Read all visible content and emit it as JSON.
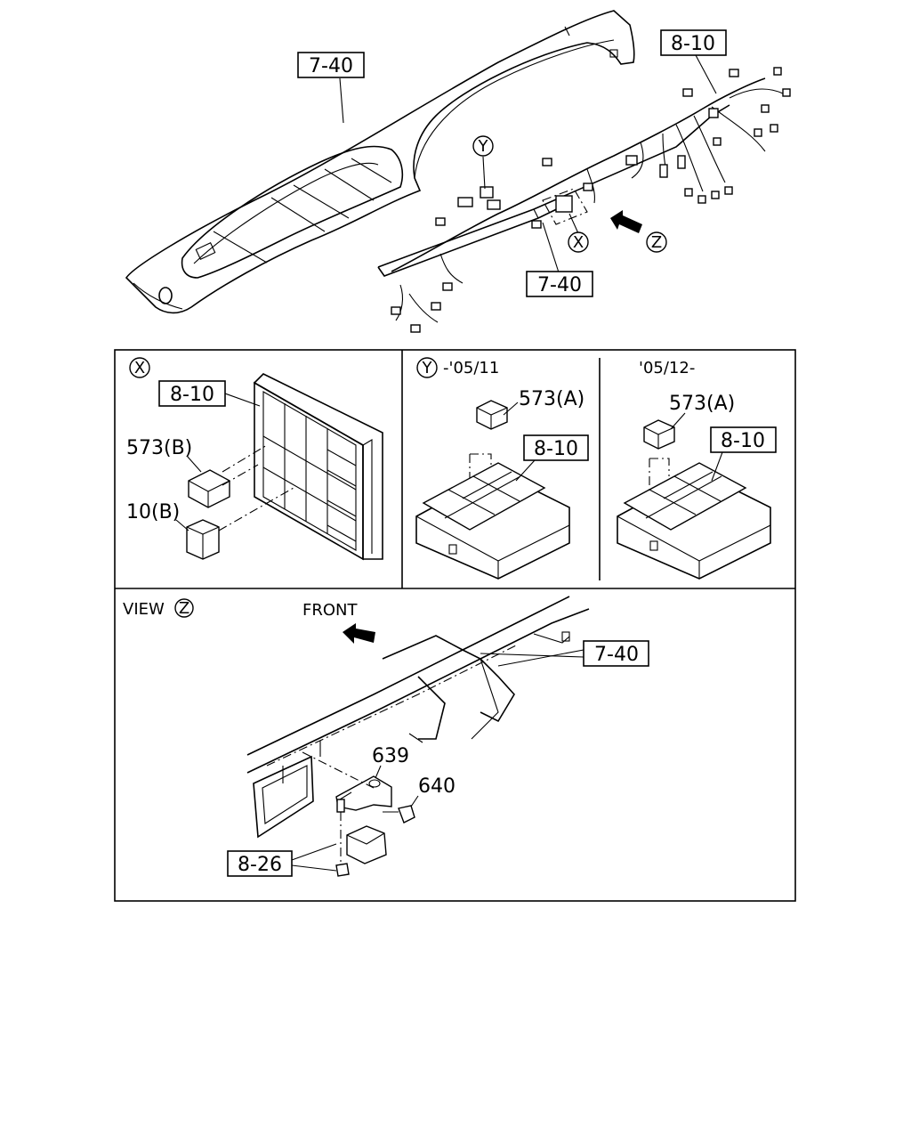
{
  "labels": {
    "top_7_40": "7-40",
    "top_8_10": "8-10",
    "top_7_40_lower": "7-40",
    "marker_y": "Y",
    "marker_x": "X",
    "marker_z": "Z",
    "panel_x_marker": "X",
    "panel_x_8_10": "8-10",
    "panel_x_573b": "573(B)",
    "panel_x_10b": "10(B)",
    "panel_y_marker": "Y",
    "panel_y_range": "-'05/11",
    "panel_y_573a": "573(A)",
    "panel_y_8_10": "8-10",
    "panel_r_range": "'05/12-",
    "panel_r_573a": "573(A)",
    "panel_r_8_10": "8-10",
    "view_text": "VIEW",
    "view_marker": "Z",
    "front_text": "FRONT",
    "view_7_40": "7-40",
    "view_639": "639",
    "view_640": "640",
    "view_8_26": "8-26"
  }
}
